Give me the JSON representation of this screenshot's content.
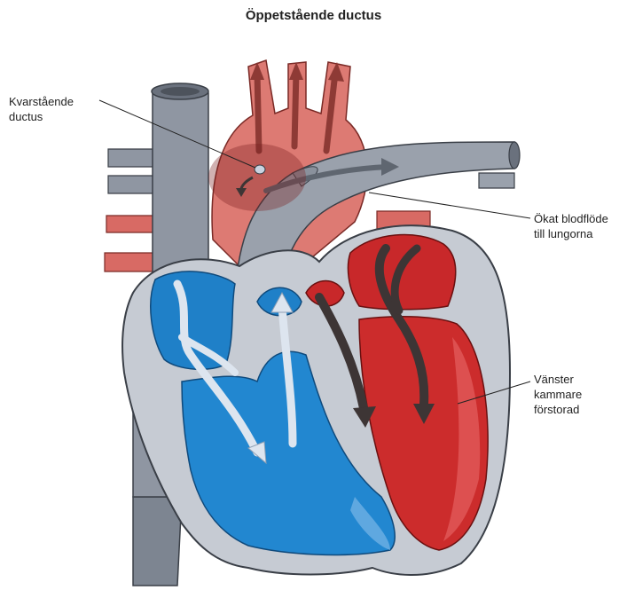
{
  "title": "Öppetstående ductus",
  "labels": {
    "ductus": [
      "Kvarstående",
      "ductus"
    ],
    "blood_flow": [
      "Ökat blodflöde",
      "till lungorna"
    ],
    "left_ventricle": [
      "Vänster",
      "kammare",
      "förstorad"
    ]
  },
  "colors": {
    "vein_gray": "#8f96a2",
    "vein_dark": "#6a717d",
    "artery_pink": "#dd7a73",
    "artery_dark": "#b8534c",
    "right_blue": "#2385cf",
    "right_blue_dark": "#0f5c9e",
    "left_red": "#cc2c2c",
    "left_red_dark": "#8e1414",
    "wall": "#c6cbd3",
    "arrow_light": "#dde5ef",
    "arrow_dark": "#3d3535"
  }
}
